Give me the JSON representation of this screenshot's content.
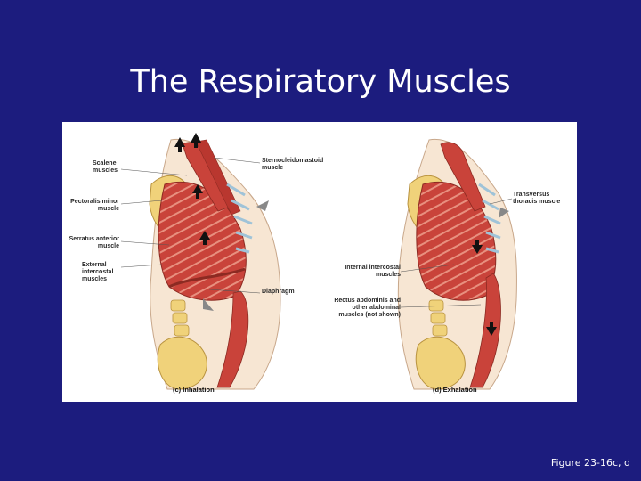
{
  "slide": {
    "title": "The Respiratory Muscles",
    "figure_ref": "Figure 23-16c, d"
  },
  "panel_c": {
    "labels": {
      "scalene": "Scalene muscles",
      "pectoralis": "Pectoralis minor muscle",
      "serratus": "Serratus anterior muscle",
      "external_intercostal": "External intercostal muscles",
      "sternocleidomastoid": "Sternocleidomastoid muscle",
      "diaphragm": "Diaphragm"
    },
    "caption": "(c) Inhalation"
  },
  "panel_d": {
    "labels": {
      "transversus": "Transversus thoracis muscle",
      "internal_intercostal": "Internal intercostal muscles",
      "rectus": "Rectus abdominis and other abdominal muscles (not shown)"
    },
    "caption": "(d) Exhalation"
  },
  "colors": {
    "background": "#1c1c7e",
    "muscle": "#c9433a",
    "bone": "#f0d27a",
    "skin": "#f7e6d3"
  }
}
